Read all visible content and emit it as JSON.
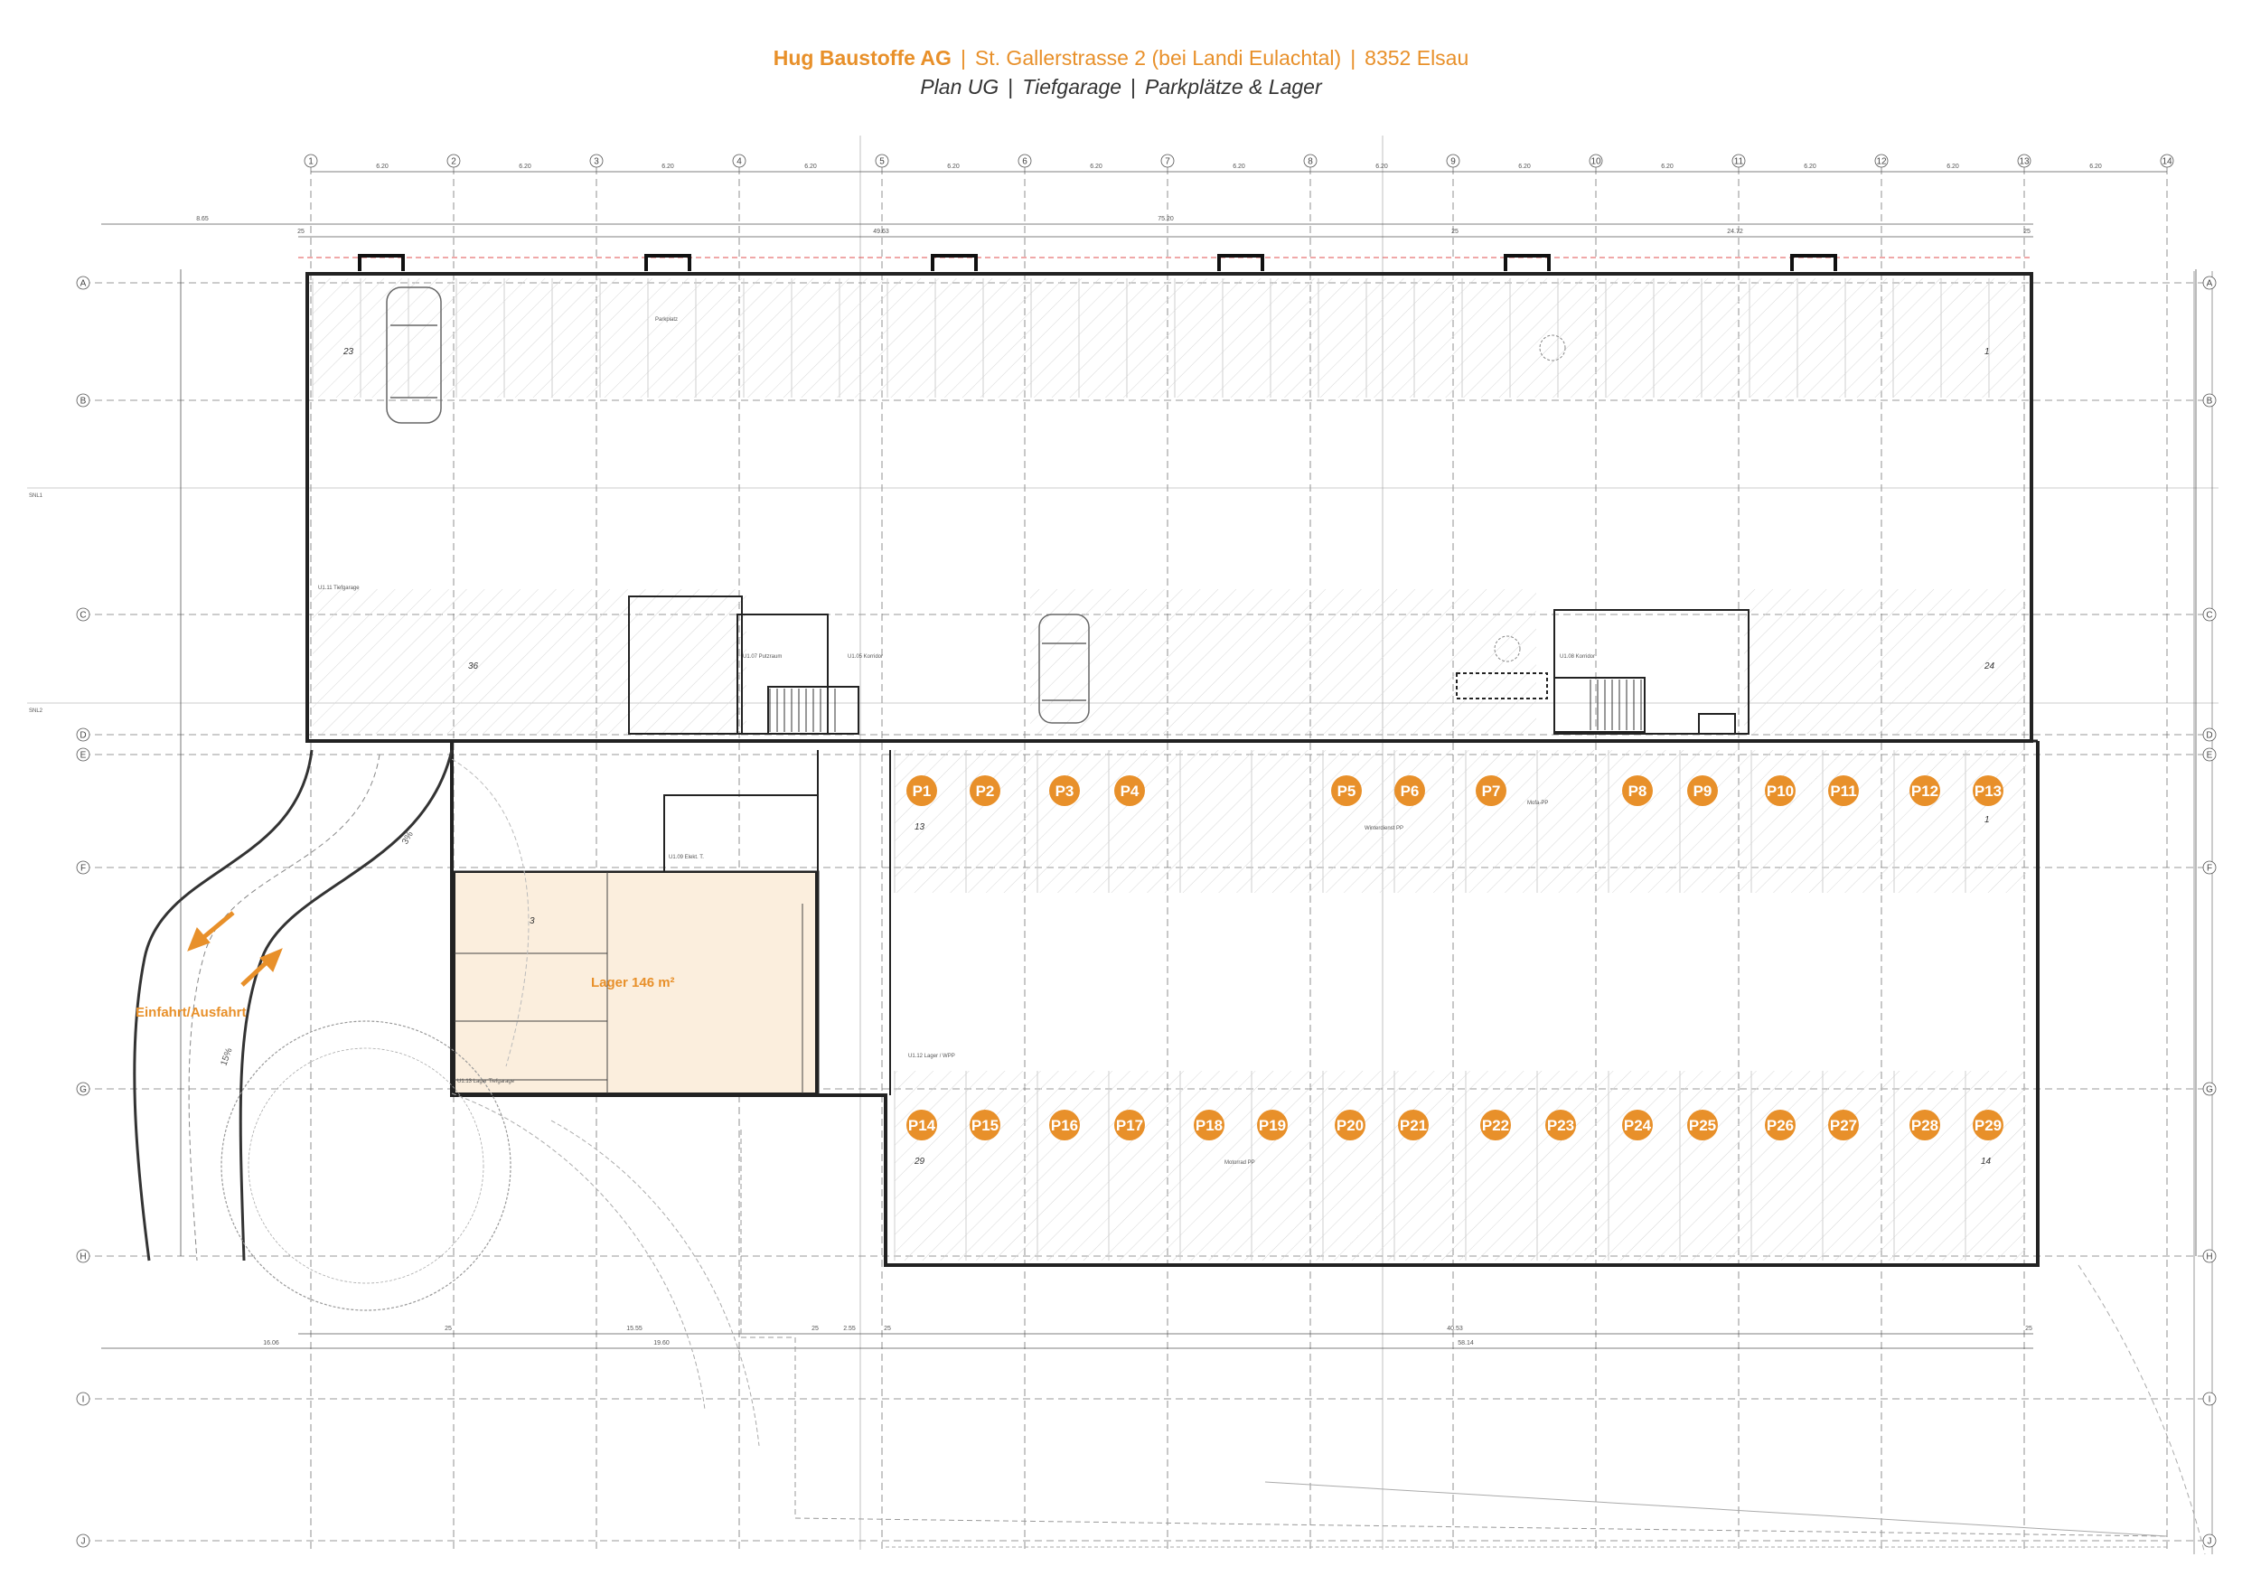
{
  "header": {
    "company": "Hug Baustoffe AG",
    "address": "St. Gallerstrasse 2 (bei Landi Eulachtal)",
    "city": "8352 Elsau",
    "plan": "Plan UG",
    "garage": "Tiefgarage",
    "spaces": "Parkplätze & Lager",
    "separator": "|"
  },
  "colors": {
    "accent": "#e8902a",
    "lager_fill": "#fbeedd"
  },
  "plan": {
    "col_axes": [
      "1",
      "2",
      "3",
      "4",
      "5",
      "6",
      "7",
      "8",
      "9",
      "10",
      "11",
      "12",
      "13",
      "14"
    ],
    "row_axes": [
      "A",
      "B",
      "C",
      "D",
      "E",
      "F",
      "G",
      "H",
      "I",
      "J"
    ],
    "col_dims": [
      "6.20",
      "6.20",
      "6.20",
      "6.20",
      "6.20",
      "6.20",
      "6.20",
      "6.20",
      "6.20",
      "6.20",
      "6.20",
      "6.20",
      "6.20"
    ],
    "top_dims": [
      "8.65",
      "25",
      "49.63",
      "75.20",
      "25",
      "24.72",
      "25"
    ],
    "bottom_dims": [
      "16.06",
      "25",
      "15.55",
      "19.60",
      "25",
      "2.55",
      "25",
      "40.53",
      "58.14",
      "25"
    ],
    "side_labels": [
      "SNL1",
      "SNL2"
    ],
    "parking_upper_row": [
      "P1",
      "P2",
      "P3",
      "P4",
      "P5",
      "P6",
      "P7",
      "P8",
      "P9",
      "P10",
      "P11",
      "P12",
      "P13"
    ],
    "parking_lower_row": [
      "P14",
      "P15",
      "P16",
      "P17",
      "P18",
      "P19",
      "P20",
      "P21",
      "P22",
      "P23",
      "P24",
      "P25",
      "P26",
      "P27",
      "P28",
      "P29"
    ],
    "lager_label": "Lager 146 m²",
    "ramp_label": "Einfahrt/Ausfahrt",
    "ramp_slopes": [
      "3%",
      "15%"
    ],
    "stall_numbers": [
      "23",
      "1",
      "36",
      "24",
      "13",
      "1",
      "3",
      "29",
      "14"
    ],
    "rooms": [
      "U1.07 Putzraum",
      "U1.05 Korridor",
      "U1.08 Korridor",
      "U1.09 Elekt. T.",
      "U1.11 Tiefgarage",
      "U1.12 Lager / WPP",
      "U1.13 Lager Tiefgarage",
      "Parkplatz",
      "Winterdienst PP",
      "Motorrad PP",
      "Mofa-PP"
    ]
  }
}
